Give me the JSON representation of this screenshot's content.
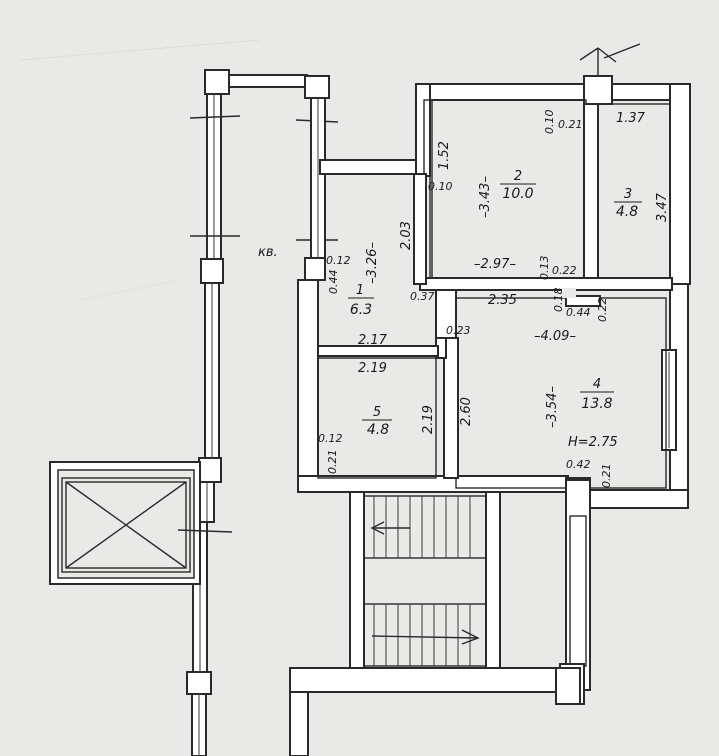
{
  "apartment_label": "кв.",
  "height_label": "H=2.75",
  "rooms": [
    {
      "number": "1",
      "area": "6.3"
    },
    {
      "number": "2",
      "area": "10.0"
    },
    {
      "number": "3",
      "area": "4.8"
    },
    {
      "number": "4",
      "area": "13.8"
    },
    {
      "number": "5",
      "area": "4.8"
    }
  ],
  "dimensions": {
    "d_1_52": "1.52",
    "d_0_10a": "0.10",
    "d_0_21a": "0.21",
    "d_1_37": "1.37",
    "d_0_10b": "0.10",
    "d_3_43": "–3.43–",
    "d_3_47": "3.47",
    "d_2_03": "2.03",
    "d_3_26": "–3.26–",
    "d_0_12a": "0.12",
    "d_0_44a": "0.44",
    "d_2_97": "–2.97–",
    "d_0_13": "0.13",
    "d_0_22a": "0.22",
    "d_0_37": "0.37",
    "d_2_35": "2.35",
    "d_0_18": "0.18",
    "d_0_44b": "0.44",
    "d_0_22b": "0.22",
    "d_0_23": "0.23",
    "d_4_09": "–4.09–",
    "d_2_17": "2.17",
    "d_2_19a": "2.19",
    "d_2_19b": "2.19",
    "d_2_60": "2.60",
    "d_3_54": "–3.54–",
    "d_0_12b": "0.12",
    "d_0_21b": "0.21",
    "d_0_42": "0.42",
    "d_0_21c": "0.21"
  }
}
